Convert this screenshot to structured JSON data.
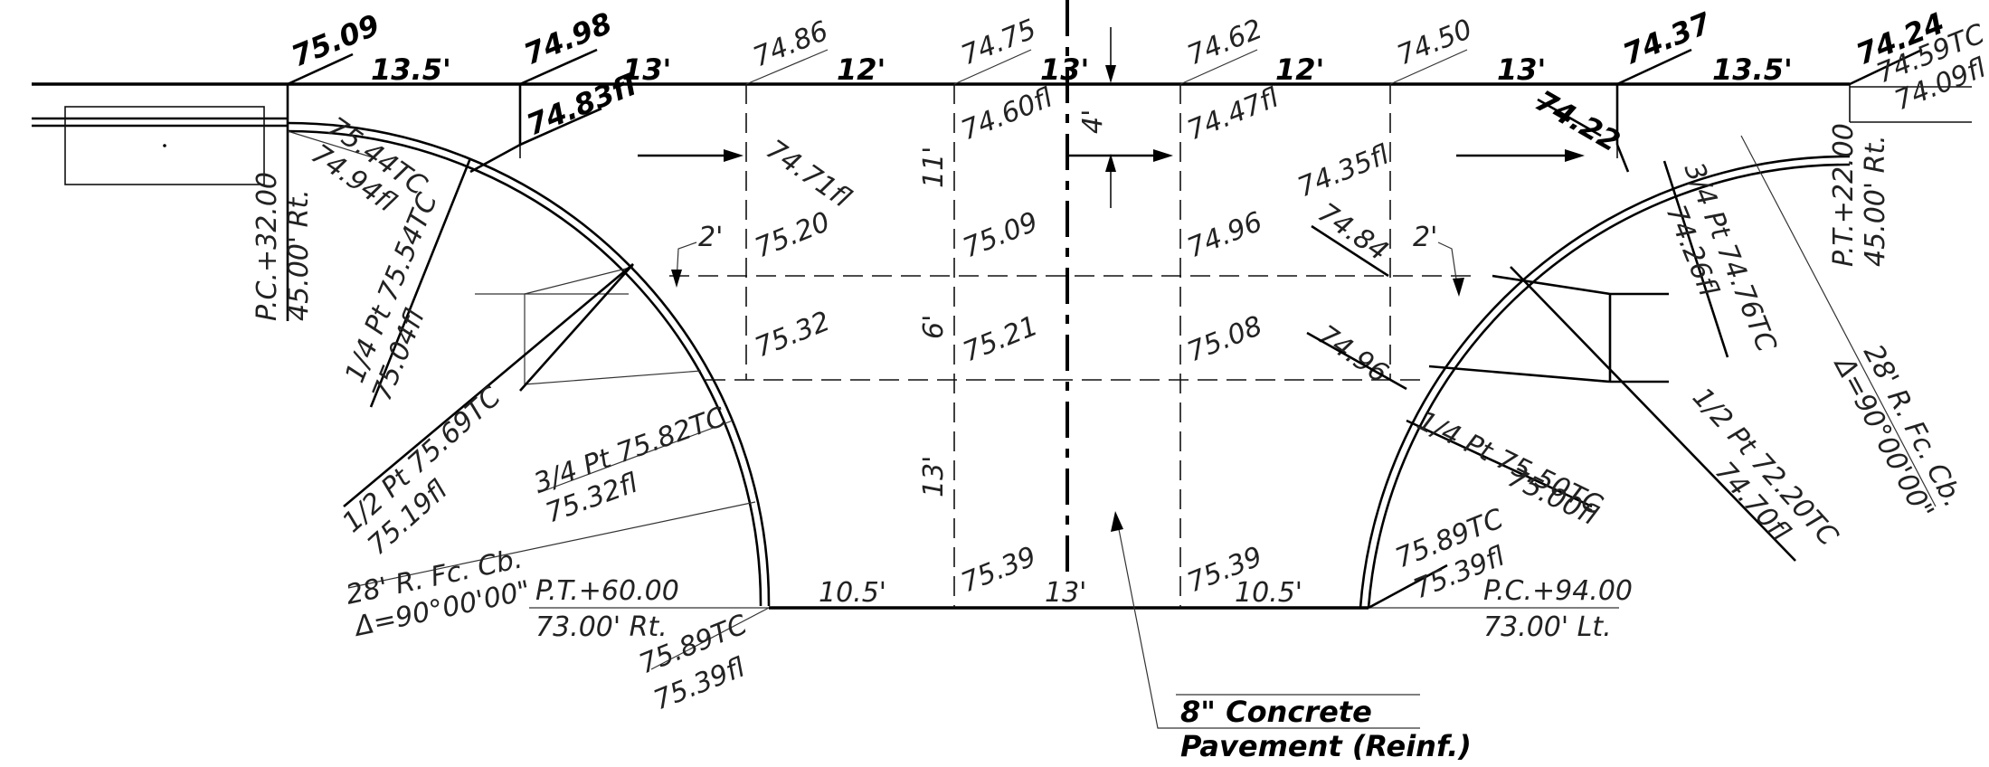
{
  "edge_elevations": {
    "left_end": "75.09",
    "left_return": "74.98",
    "left_return_fl": "74.83fl",
    "mid_1": "74.86",
    "mid_2": "74.75",
    "mid_3": "74.62",
    "mid_4": "74.50",
    "right_return": "74.37",
    "right_return_fl": "74.22",
    "right_end": "74.24",
    "right_end_tc": "74.59TC",
    "right_end_fl": "74.09fl"
  },
  "edge_widths": [
    "13.5'",
    "13'",
    "12'",
    "13'",
    "12'",
    "13'",
    "13.5'"
  ],
  "gutter_row": [
    "74.71fl",
    "74.60fl",
    "74.47fl",
    "74.35fl"
  ],
  "row_2": [
    "75.20",
    "75.09",
    "74.96",
    "74.84"
  ],
  "row_3": [
    "75.32",
    "75.21",
    "75.08",
    "74.96"
  ],
  "bottom_row": [
    "75.39",
    "75.39"
  ],
  "bottom_widths": [
    "10.5'",
    "13'",
    "10.5'"
  ],
  "section_dims": [
    "4'",
    "11'",
    "6'",
    "13'"
  ],
  "two_ft": [
    "2'",
    "2'"
  ],
  "left_curve": {
    "pc_station": "P.C.+32.00",
    "pc_offset": "45.00' Rt.",
    "pc_tc": "75.44TC",
    "pc_fl": "74.94fl",
    "quarter": "1/4 Pt 75.54TC",
    "quarter_fl": "75.04fl",
    "half": "1/2 Pt 75.69TC",
    "half_fl": "75.19fl",
    "three_quarter": "3/4 Pt 75.82TC",
    "three_quarter_fl": "75.32fl",
    "radius": "28' R. Fc. Cb.",
    "delta": "Δ=90°00'00\"",
    "pt_station": "P.T.+60.00",
    "pt_offset": "73.00' Rt.",
    "pt_tc": "75.89TC",
    "pt_fl": "75.39fl"
  },
  "right_curve": {
    "pt_station": "P.T.+22.00",
    "pt_offset": "45.00' Rt.",
    "three_quarter": "3/4 Pt 74.76TC",
    "three_quarter_fl": "74.26fl",
    "radius": "28' R. Fc. Cb.",
    "delta": "Δ=90°00'00\"",
    "half": "1/2 Pt 72.20TC",
    "half_fl": "74.70fl",
    "quarter": "1/4 Pt 75.50TC",
    "quarter_fl": "75.00fl",
    "pc_tc": "75.89TC",
    "pc_fl": "75.39fl",
    "pc_station": "P.C.+94.00",
    "pc_offset": "73.00' Lt."
  },
  "pavement_note": {
    "line1": "8\" Concrete",
    "line2": "Pavement (Reinf.)"
  }
}
